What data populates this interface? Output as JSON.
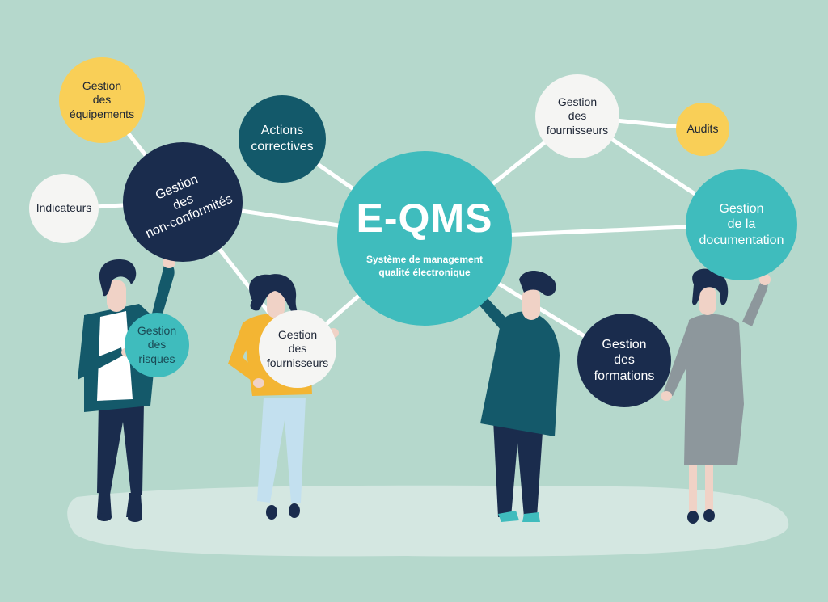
{
  "center": {
    "title": "E-QMS",
    "subtitle": "Système de management\nqualité électronique"
  },
  "nodes": {
    "equipements": "Gestion\ndes\néquipements",
    "indicateurs": "Indicateurs",
    "non_conformites": "Gestion\ndes\nnon-conformités",
    "actions_correctives": "Actions\ncorrectives",
    "risques": "Gestion\ndes\nrisques",
    "fournisseurs_left": "Gestion\ndes\nfournisseurs",
    "fournisseurs_top": "Gestion\ndes\nfournisseurs",
    "audits": "Audits",
    "documentation": "Gestion\nde la\ndocumentation",
    "formations": "Gestion\ndes\nformations"
  },
  "colors": {
    "background": "#b5d8cc",
    "yellow": "#f9cf57",
    "navy": "#1a2c4d",
    "teal": "#3fbcbd",
    "dark_teal": "#13596a",
    "white": "#f5f5f3",
    "connector": "#ffffff"
  }
}
